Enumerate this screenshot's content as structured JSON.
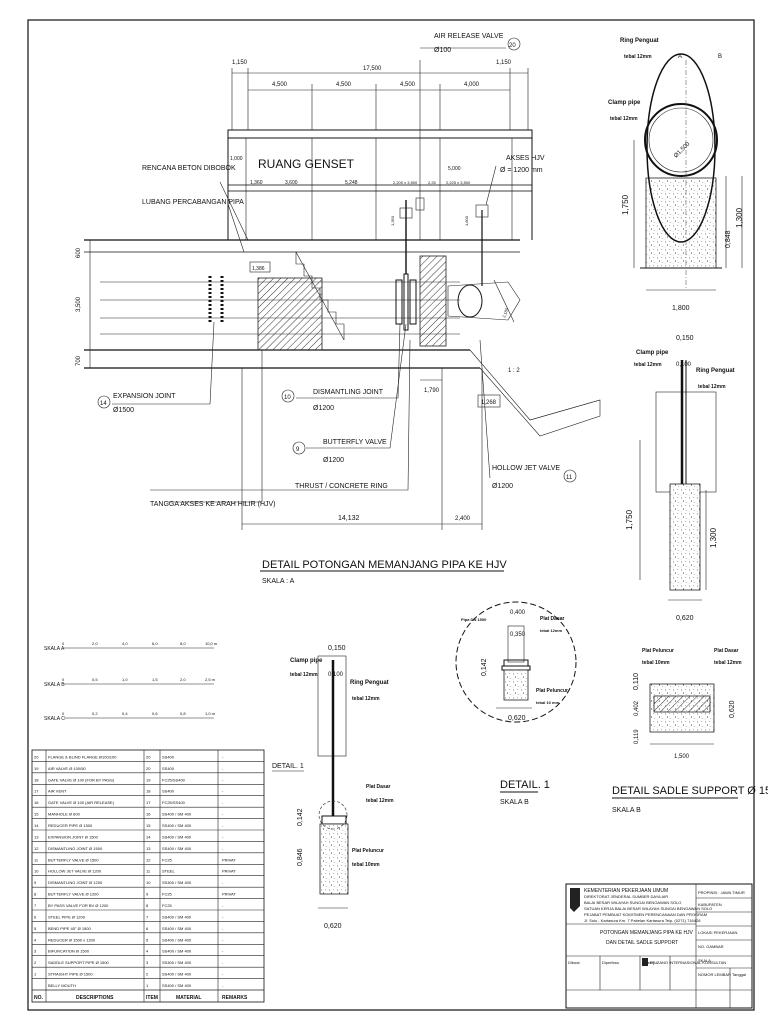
{
  "main_section": {
    "title": "DETAIL POTONGAN MEMANJANG PIPA KE HJV",
    "scale": "SKALA : A",
    "room_label": "RUANG    GENSET",
    "dims_top": {
      "total": "17,500",
      "left_edge": "1,150",
      "right_edge": "1,150",
      "spans": [
        "4,500",
        "4,500",
        "4,500",
        "4,000"
      ]
    },
    "dims_misc": {
      "d1000": "1,000",
      "d1360": "1,360",
      "d3600": "3,600",
      "d5000": "5,000",
      "d5248": "5,248",
      "d2200": "2,200 x 3,500",
      "d2225": "2,225 x 3,500",
      "d225": "2,25",
      "d1350": "1,350",
      "d1800": "1,800",
      "d2180": "2,180"
    },
    "dims_left": {
      "top": "600",
      "mid": "3,500",
      "bot": "700"
    },
    "dims_bottom": {
      "total": "14,132",
      "right": "2,400",
      "d1790": "1,790",
      "d1268": "1,268",
      "d1386": "1,386"
    },
    "slope": "1 : 2",
    "labels": {
      "rencana": "RENCANA BETON DIBOBOK",
      "lubang": "LUBANG PERCABANGAN PIPA",
      "expansion": "EXPANSION JOINT",
      "expansion_d": "Ø1500",
      "dismantling": "DISMANTLING JOINT",
      "dismantling_d": "Ø1200",
      "butterfly": "BUTTERFLY VALVE",
      "butterfly_d": "Ø1200",
      "thrust": "THRUST / CONCRETE RING",
      "tangga": "TANGGA AKSES KE ARAH HILIR (HJV)",
      "air_release": "AIR RELEASE VALVE",
      "air_release_d": "Ø100",
      "akses": "AKSES HJV",
      "akses_d": "Ø = 1200 mm",
      "hollow": "HOLLOW JET VALVE",
      "hollow_d": "Ø1200"
    },
    "tags": {
      "n14": "14",
      "n10": "10",
      "n9": "9",
      "n20": "20",
      "n11": "11"
    }
  },
  "section_view": {
    "ring": "Ring Penguat",
    "ring_t": "tebal 12mm",
    "clamp": "Clamp pipe",
    "clamp_t": "tebal 12mm",
    "pipe_d": "Ø1,500",
    "d1750": "1,750",
    "d1300": "1,300",
    "d848": "0,848",
    "d1800": "1,800",
    "a": "A",
    "b": "B"
  },
  "side_view": {
    "clamp": "Clamp pipe",
    "clamp_t": "tebal 12mm",
    "ring": "Ring Penguat",
    "ring_t": "tebal 12mm",
    "d150": "0,150",
    "d100": "0,100",
    "d1750": "1,750",
    "d1300": "1,300",
    "d620": "0,620"
  },
  "detail1_circle": {
    "pipe": "Pipa DN 1500",
    "plat_dasar": "Plat Dasar",
    "plat_dasar_t": "tebal 12mm",
    "plat_peluncur": "Plat Peluncur",
    "plat_peluncur_t": "tebal 10 mm",
    "d400": "0,400",
    "d350": "0,350",
    "d142": "0,142",
    "d620": "0,620",
    "title": "DETAIL. 1",
    "scale": "SKALA B"
  },
  "detail1_small": {
    "clamp": "Clamp pipe",
    "clamp_t": "tebal 12mm",
    "ring": "Ring Penguat",
    "ring_t": "tebal 12mm",
    "d150": "0,150",
    "d100": "0,100",
    "label": "DETAIL. 1",
    "plat_dasar": "Plat Dasar",
    "plat_dasar_t": "tebal 12mm",
    "plat_peluncur": "Plat Peluncur",
    "plat_peluncur_t": "tebal 10mm",
    "d142": "0,142",
    "d846": "0,846",
    "d620": "0,620"
  },
  "sadle": {
    "plat_peluncur": "Plat Peluncur",
    "plat_peluncur_t": "tebal 10mm",
    "plat_dasar": "Plat Dasar",
    "plat_dasar_t": "tebal 12mm",
    "d110": "0,110",
    "d402": "0,402",
    "d119": "0,119",
    "d620": "0,620",
    "d1500": "1,500",
    "title": "DETAIL SADLE SUPPORT Ø 1500",
    "scale": "SKALA B"
  },
  "scales": [
    {
      "label": "SKALA A",
      "ticks": [
        "0",
        "2,0",
        "4,0",
        "6,0",
        "8,0",
        "10,0 m"
      ]
    },
    {
      "label": "SKALA B",
      "ticks": [
        "0",
        "0,5",
        "1,0",
        "1,5",
        "2,0",
        "2,5 m"
      ]
    },
    {
      "label": "SKALA C",
      "ticks": [
        "0",
        "0,2",
        "0,4",
        "0,6",
        "0,8",
        "1,0 m"
      ]
    }
  ],
  "bom": {
    "header": [
      "NO.",
      "DESCRIPTIONS",
      "ITEM",
      "MATERIAL",
      "REMARKS"
    ],
    "rows": [
      [
        "20",
        "FLANGE & BLIND FLANGE Ø100/100",
        "20",
        "SS400",
        "-"
      ],
      [
        "19",
        "AIR VALVE Ø 100/50",
        "20",
        "SS400",
        "-"
      ],
      [
        "18",
        "GATE VALVE Ø 100 (FOR BY PASS)",
        "19",
        "FC25/SS400",
        "-"
      ],
      [
        "17",
        "AIR VENT",
        "18",
        "SS400",
        "-"
      ],
      [
        "16",
        "GATE VALVE Ø 100 (AIR RELEASE)",
        "17",
        "FC25/SS400",
        "-"
      ],
      [
        "15",
        "MANHOLE Ø 600",
        "16",
        "SS400 / SM 400",
        "-"
      ],
      [
        "14",
        "REDUCER PIPE Ø 1500",
        "15",
        "SS400 / SM 400",
        "-"
      ],
      [
        "13",
        "EXPANSION JOINT Ø 1500",
        "14",
        "SS400 / SM 400",
        "-"
      ],
      [
        "12",
        "DISMANTLING JOINT Ø 1500",
        "13",
        "SS400 / SM 400",
        "-"
      ],
      [
        "11",
        "BUTTERFLY VALVE Ø 1500",
        "12",
        "FC25",
        "PRIVAT"
      ],
      [
        "10",
        "HOLLOW JET VALVE Ø 1200",
        "11",
        "STEEL",
        "PRIVAT"
      ],
      [
        "9",
        "DISMANTLING JOINT Ø 1200",
        "10",
        "SS400 / SM 400",
        "-"
      ],
      [
        "8",
        "BUTTERFLY VALVE Ø 1200",
        "9",
        "FC25",
        "PRIVAT"
      ],
      [
        "7",
        "BY PASS VALVE FOR BV Ø 1200",
        "8",
        "FC25",
        "-"
      ],
      [
        "6",
        "STEEL PIPE Ø 1200",
        "7",
        "SS400 / SM 400",
        "-"
      ],
      [
        "5",
        "BEND PIPE 45° Ø 1500",
        "6",
        "SS400 / SM 400",
        "-"
      ],
      [
        "4",
        "REDUCER Ø 1500 x 1200",
        "5",
        "SS400 / SM 400",
        "-"
      ],
      [
        "3",
        "BIFURCATION Ø 1500",
        "4",
        "SS400 / SM 400",
        "-"
      ],
      [
        "2",
        "SADDLE SUPPORT PIPE Ø 1500",
        "3",
        "SS400 / SM 400",
        "-"
      ],
      [
        "1",
        "STRAIGHT PIPE Ø 1500",
        "2",
        "SS400 / SM 400",
        "-"
      ],
      [
        "",
        "BELLY MOUTH",
        "1",
        "SS400 / SM 400",
        "-"
      ]
    ]
  },
  "title_block": {
    "org1": "KEMENTERIAN PEKERJAAN UMUM",
    "org2": "DIREKTORAT JENDERAL SUMBER DAYA AIR",
    "org3": "BALAI BESAR WILAYAH SUNGAI BENGAWAN SOLO",
    "org4": "SATUAN KERJA BALAI BESAR WILAYAH SUNGAI BENGAWAN SOLO",
    "org5": "PEJABAT PEMBUAT KOMITMEN PERENCANAAN DAN PROGRAM",
    "address": "Jl. Solo - Kartasura Km. 7 Pabelan Kartasura Telp. (0271) 716428",
    "drawing_title1": "POTONGAN MEMANJANG PIPA KE HJV",
    "drawing_title2": "DAN DETAIL SADLE SUPPORT",
    "col_labels": [
      "Dibuat",
      "Diperiksa",
      "Disetujui"
    ],
    "consultant": "PT. ZANO INTERNASIONAL KONSULTAN",
    "right_rows": [
      "PROPINSI : JAWA TIMUR",
      "KABUPATEN",
      "LOKASI PEKERJAAN",
      "NO. GAMBAR",
      "SKALA",
      "NOMOR LEMBAR"
    ],
    "tanggal": "Tanggal"
  }
}
